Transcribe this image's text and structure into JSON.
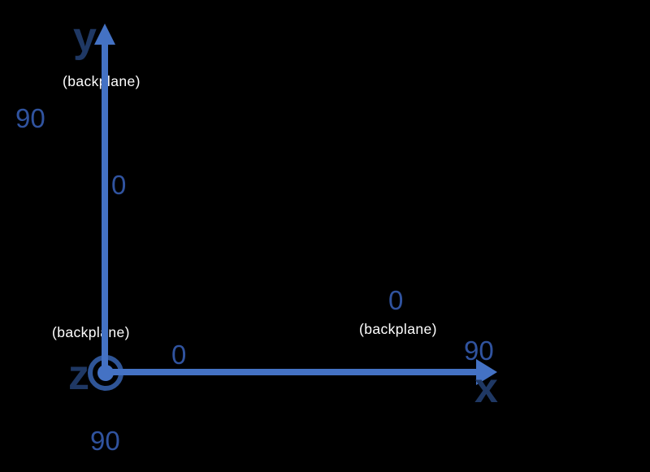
{
  "diagram": {
    "axes": {
      "x": {
        "label": "x"
      },
      "y": {
        "label": "y"
      },
      "z": {
        "label": "z"
      }
    },
    "values": {
      "y_top": "90",
      "y_mid": "0",
      "x_left": "0",
      "x_right": "90",
      "right_upper": "0",
      "z_bottom": "90"
    },
    "annotations": {
      "backplane_top": "(backplane)",
      "backplane_origin": "(backplane)",
      "backplane_right": "(backplane)"
    },
    "colors": {
      "background": "#000000",
      "axis": "#4472C4",
      "axis_label": "#1F3864",
      "number": "#30539F",
      "origin_ring": "#2F5597",
      "annotation_text": "#FFFFFF"
    }
  }
}
